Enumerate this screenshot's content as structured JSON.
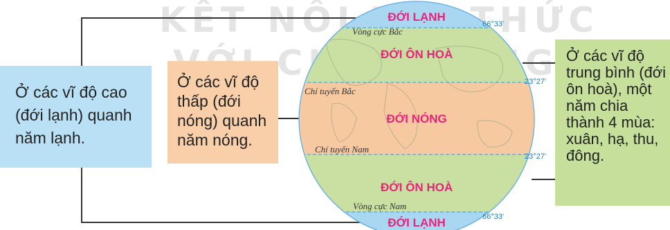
{
  "watermark": {
    "line1": "KẾT NỐI TRI THỨC",
    "line2": "VỚI CUỘC SỐNG"
  },
  "left_box": {
    "text": "Ở các vĩ độ cao (đới lạnh) quanh năm lạnh."
  },
  "middle_box": {
    "text": "Ở các vĩ độ thấp (đới nóng) quanh năm nóng."
  },
  "right_box": {
    "text": "Ở các vĩ độ trung bình (đới ôn hoà), một năm chia thành 4 mùa: xuân, hạ, thu, đông."
  },
  "globe": {
    "zones": {
      "cold_north": "ĐỚI LẠNH",
      "temperate_north": "ĐỚI ÔN HOÀ",
      "hot": "ĐỚI NÓNG",
      "temperate_south": "ĐỚI ÔN HOÀ",
      "cold_south": "ĐỚI LẠNH"
    },
    "lines": {
      "arctic_circle": "Vòng cực Bắc",
      "tropic_cancer": "Chí tuyến Bắc",
      "tropic_capricorn": "Chí tuyến Nam",
      "antarctic_circle": "Vòng cực Nam"
    },
    "degrees": {
      "arctic": "66°33'",
      "cancer": "23°27'",
      "capricorn": "23°27'",
      "antarctic": "66°33'"
    },
    "colors": {
      "cold_zone": "#a9d7f2",
      "temperate_zone": "#c9e0a2",
      "hot_zone": "#f7c9a1",
      "zone_label": "#e8247a",
      "degree_label": "#1d7ec5",
      "circle_line": "#4fa7e0"
    }
  }
}
